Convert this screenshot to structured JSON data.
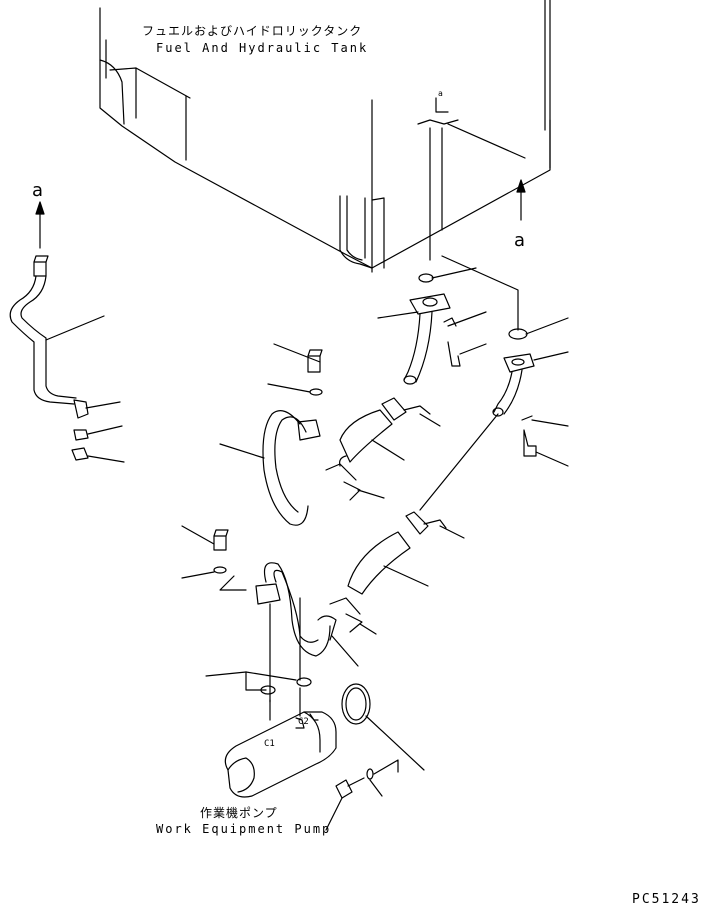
{
  "labels": {
    "tank_jp": "フュエルおよびハイドロリックタンク",
    "tank_en": "Fuel And Hydraulic Tank",
    "pump_jp": "作業機ポンプ",
    "pump_en": "Work Equipment Pump",
    "view_left": "a",
    "view_right": "a",
    "drawing_code": "PC51243"
  },
  "colors": {
    "line": "#000000",
    "background": "#ffffff"
  }
}
